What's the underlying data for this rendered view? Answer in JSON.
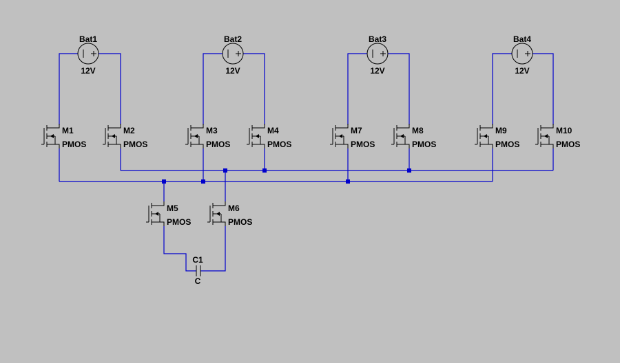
{
  "schematic": {
    "colors": {
      "background": "#c0c0c0",
      "wire": "#0000cc",
      "symbol": "#000000"
    },
    "batteries": [
      {
        "ref": "Bat1",
        "value": "12V"
      },
      {
        "ref": "Bat2",
        "value": "12V"
      },
      {
        "ref": "Bat3",
        "value": "12V"
      },
      {
        "ref": "Bat4",
        "value": "12V"
      }
    ],
    "transistors": [
      {
        "ref": "M1",
        "type": "PMOS"
      },
      {
        "ref": "M2",
        "type": "PMOS"
      },
      {
        "ref": "M3",
        "type": "PMOS"
      },
      {
        "ref": "M4",
        "type": "PMOS"
      },
      {
        "ref": "M7",
        "type": "PMOS"
      },
      {
        "ref": "M8",
        "type": "PMOS"
      },
      {
        "ref": "M9",
        "type": "PMOS"
      },
      {
        "ref": "M10",
        "type": "PMOS"
      },
      {
        "ref": "M5",
        "type": "PMOS"
      },
      {
        "ref": "M6",
        "type": "PMOS"
      }
    ],
    "capacitor": {
      "ref": "C1",
      "value": "C"
    }
  }
}
